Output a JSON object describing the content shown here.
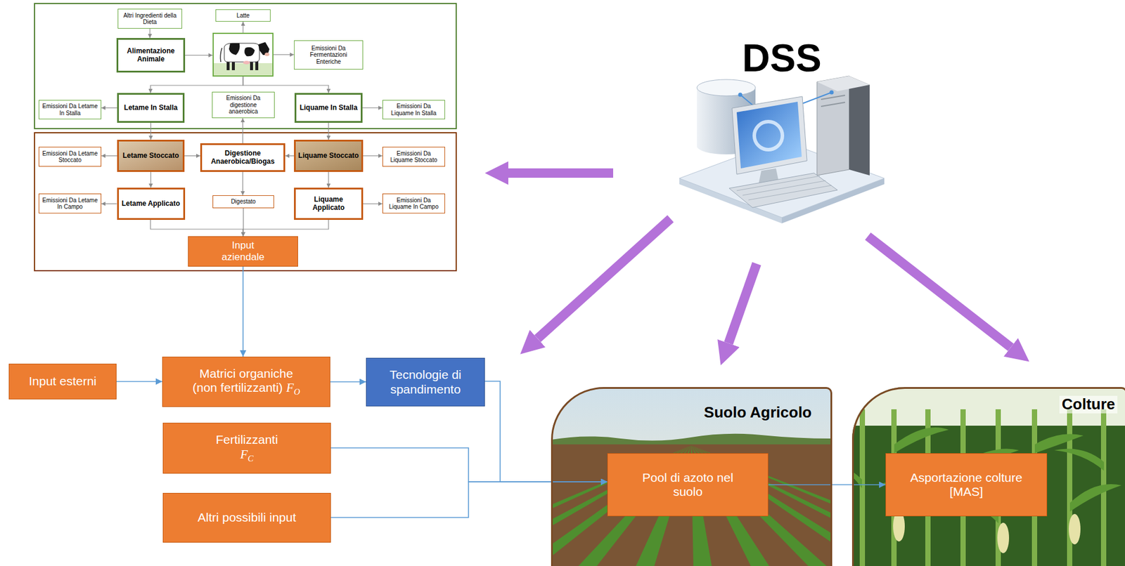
{
  "diagram": {
    "nodes": [
      {
        "text": [
          "Altri Ingredienti della Dieta"
        ]
      },
      {
        "text": [
          "Latte"
        ]
      },
      {
        "text": [
          "Alimentazione Animale"
        ]
      },
      {
        "text": []
      },
      {
        "text": [
          "Emissioni Da Fermentazioni Enteriche"
        ]
      },
      {
        "text": [
          "Emissioni Da Letame In Stalla"
        ]
      },
      {
        "text": [
          "Letame In Stalla"
        ]
      },
      {
        "text": [
          "Emissioni Da digestione anaerobica"
        ]
      },
      {
        "text": [
          "Liquame In Stalla"
        ]
      },
      {
        "text": [
          "Emissioni Da Liquame In Stalla"
        ]
      },
      {
        "text": [
          "Emissioni Da Letame Stoccato"
        ]
      },
      {
        "text": [
          "Letame Stoccato"
        ]
      },
      {
        "text": [
          "Digestione Anaerobica/Biogas"
        ]
      },
      {
        "text": [
          "Liquame Stoccato"
        ]
      },
      {
        "text": [
          "Emissioni Da Liquame Stoccato"
        ]
      },
      {
        "text": [
          "Emissioni Da Letame In Campo"
        ]
      },
      {
        "text": [
          "Letame Applicato"
        ]
      },
      {
        "text": [
          "Digestato"
        ]
      },
      {
        "text": [
          "Liquame Applicato"
        ]
      },
      {
        "text": [
          "Emissioni Da Liquame In Campo"
        ]
      },
      {
        "text": [
          "Input aziendale"
        ]
      },
      {
        "text": [
          "Input esterni"
        ]
      },
      {
        "text": [
          "Matrici organiche (non fertilizzanti)",
          "F",
          "O"
        ]
      },
      {
        "text": [
          "Tecnologie di spandimento"
        ]
      },
      {
        "text": [
          "Fertilizzanti",
          "F",
          "C"
        ]
      },
      {
        "text": [
          "Altri possibili input"
        ]
      },
      {
        "text": [
          "Suolo Agricolo"
        ]
      },
      {
        "text": [
          "Pool di azoto nel suolo"
        ],
        "in": 26
      },
      {
        "text": [
          "Colture"
        ]
      },
      {
        "text": [
          "Asportazione colture [MAS]"
        ],
        "in": 28
      }
    ],
    "edges": [
      {
        "from": 0,
        "to": 2,
        "arrow": "to"
      },
      {
        "from": 2,
        "to": 3,
        "arrow": "to"
      },
      {
        "from": 3,
        "to": 1,
        "arrow": "to"
      },
      {
        "from": 3,
        "to": 4,
        "arrow": "to"
      },
      {
        "from": 3,
        "to": 6,
        "arrow": "to"
      },
      {
        "from": 3,
        "to": 8,
        "arrow": "to"
      },
      {
        "from": 6,
        "to": 5,
        "arrow": "to"
      },
      {
        "from": 8,
        "to": 9,
        "arrow": "to"
      },
      {
        "from": 6,
        "to": 11,
        "arrow": "to"
      },
      {
        "from": 8,
        "to": 13,
        "arrow": "to"
      },
      {
        "from": 11,
        "to": 10,
        "arrow": "to"
      },
      {
        "from": 13,
        "to": 14,
        "arrow": "to"
      },
      {
        "from": 11,
        "to": 12,
        "arrow": "to"
      },
      {
        "from": 13,
        "to": 12,
        "arrow": "to"
      },
      {
        "from": 12,
        "to": 7,
        "arrow": "to"
      },
      {
        "from": 12,
        "to": 17,
        "arrow": "to"
      },
      {
        "from": 11,
        "to": 16,
        "arrow": "to"
      },
      {
        "from": 13,
        "to": 18,
        "arrow": "to"
      },
      {
        "from": 16,
        "to": 15,
        "arrow": "to"
      },
      {
        "from": 18,
        "to": 19,
        "arrow": "to"
      },
      {
        "from": 16,
        "to": 20,
        "arrow": "to"
      },
      {
        "from": 17,
        "to": 20,
        "arrow": "to"
      },
      {
        "from": 18,
        "to": 20,
        "arrow": "to"
      },
      {
        "from": 20,
        "to": 22,
        "arrow": "to"
      },
      {
        "from": 21,
        "to": 22,
        "arrow": "to"
      },
      {
        "from": 22,
        "to": 23,
        "arrow": "to"
      },
      {
        "from": 23,
        "to": 27,
        "arrow": "to"
      },
      {
        "from": 24,
        "to": 27,
        "arrow": "to"
      },
      {
        "from": 25,
        "to": 27,
        "arrow": "to"
      },
      {
        "from": 27,
        "to": 29,
        "arrow": "to"
      }
    ],
    "labels": [
      "DSS"
    ]
  }
}
